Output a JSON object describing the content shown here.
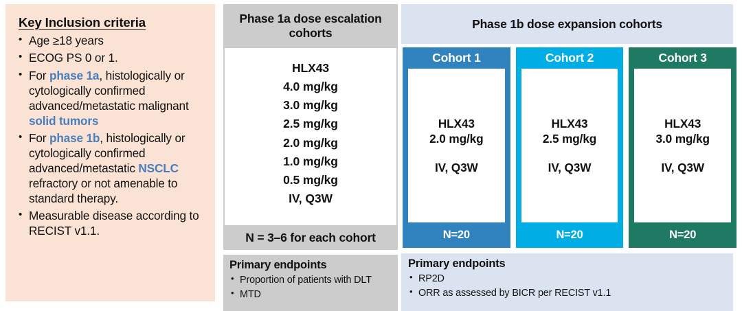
{
  "inclusion": {
    "title": "Key Inclusion criteria",
    "items": [
      {
        "parts": [
          {
            "text": "Age ≥18 years"
          }
        ]
      },
      {
        "parts": [
          {
            "text": "ECOG PS 0 or 1."
          }
        ]
      },
      {
        "parts": [
          {
            "text": "For "
          },
          {
            "text": "phase 1a",
            "accent": true
          },
          {
            "text": ", histologically or cytologically confirmed advanced/metastatic malignant "
          },
          {
            "text": "solid tumors",
            "accent": true
          }
        ]
      },
      {
        "parts": [
          {
            "text": "For "
          },
          {
            "text": "phase 1b",
            "accent": true
          },
          {
            "text": ", histologically or cytologically confirmed advanced/metastatic "
          },
          {
            "text": "NSCLC",
            "accent": true
          },
          {
            "text": " refractory or not amenable to standard therapy."
          }
        ]
      },
      {
        "parts": [
          {
            "text": "Measurable disease according to RECIST v1.1."
          }
        ]
      }
    ]
  },
  "phase1a": {
    "header": "Phase 1a dose escalation cohorts",
    "doses": [
      "HLX43",
      "4.0 mg/kg",
      "3.0 mg/kg",
      "2.5 mg/kg",
      "2.0 mg/kg",
      "1.0 mg/kg",
      "0.5 mg/kg",
      "IV, Q3W"
    ],
    "n_label": "N = 3–6 for each cohort",
    "endpoints": {
      "title": "Primary endpoints",
      "items": [
        "Proportion of patients with DLT",
        "MTD"
      ]
    }
  },
  "phase1b": {
    "header": "Phase 1b dose expansion cohorts",
    "cohorts": [
      {
        "title": "Cohort 1",
        "drug": "HLX43",
        "dose": "2.0 mg/kg",
        "route": "IV, Q3W",
        "n_label": "N=20",
        "color": "#3183C0"
      },
      {
        "title": "Cohort 2",
        "drug": "HLX43",
        "dose": "2.5 mg/kg",
        "route": "IV, Q3W",
        "n_label": "N=20",
        "color": "#00AEE5"
      },
      {
        "title": "Cohort 3",
        "drug": "HLX43",
        "dose": "3.0 mg/kg",
        "route": "IV, Q3W",
        "n_label": "N=20",
        "color": "#1F7A63"
      }
    ],
    "endpoints": {
      "title": "Primary endpoints",
      "items": [
        "RP2D",
        "ORR as assessed by BICR per RECIST v1.1"
      ]
    }
  },
  "colors": {
    "inclusion_background": "#FAE3D5",
    "accent_text": "#4A7EBB",
    "phase1a_band": "#CCCCCC",
    "phase1b_band": "#DBE2F0",
    "cohort1": "#3183C0",
    "cohort2": "#00AEE5",
    "cohort3": "#1F7A63"
  }
}
